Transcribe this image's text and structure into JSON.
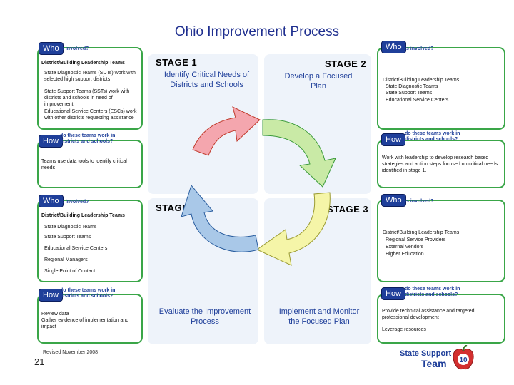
{
  "title": "Ohio Improvement Process",
  "stages": [
    {
      "label": "STAGE 1",
      "desc": "Identify Critical Needs of Districts and Schools"
    },
    {
      "label": "STAGE 2",
      "desc": "Develop a Focused Plan"
    },
    {
      "label": "STAGE 3",
      "desc": "Implement and Monitor the Focused Plan"
    },
    {
      "label": "STAGE 4",
      "desc": "Evaluate the Improvement Process"
    }
  ],
  "who_tag": "Who",
  "how_tag": "How",
  "who_question": "is involved?",
  "how_question_l1": "do these teams work in",
  "how_question_l2": "districts and schools?",
  "left_top_who": [
    "District/Building Leadership Teams",
    "State Diagnostic Teams (SDTs) work with selected high support districts",
    "State Support Teams (SSTs) work with districts and schools in need of improvement",
    "Educational Service Centers (ESCs) work with other districts requesting assistance"
  ],
  "left_top_how": [
    "Teams use data tools to identify critical needs"
  ],
  "right_top_who": [
    "District/Building Leadership Teams",
    "State Diagnostic Teams",
    "State Support Teams",
    "Educational Service Centers"
  ],
  "right_top_how": [
    "Work with leadership to develop research based strategies and action steps focused on critical needs identified in stage 1."
  ],
  "left_bottom_who": [
    "District/Building Leadership Teams",
    "State Diagnostic Teams",
    "State Support Teams",
    "Educational Service Centers",
    "Regional Managers",
    "Single Point of Contact"
  ],
  "left_bottom_how": [
    "Review data",
    "Gather evidence of implementation and impact"
  ],
  "right_bottom_who": [
    "District/Building Leadership Teams",
    "Regional Service Providers",
    "External Vendors",
    "Higher Education"
  ],
  "right_bottom_how": [
    "Provide technical assistance and targeted professional development",
    "Leverage resources"
  ],
  "footer": {
    "revised": "Revised November 2008",
    "page": "21",
    "logo_line1": "State Support",
    "logo_line2": "Team",
    "logo_number": "10"
  },
  "colors": {
    "accent": "#1f3f9a",
    "border": "#3aa648",
    "arrow_pink": "#f4a6ae",
    "arrow_green": "#c9eaa6",
    "arrow_yellow": "#f5f5a8",
    "arrow_blue": "#a9c8e8"
  }
}
